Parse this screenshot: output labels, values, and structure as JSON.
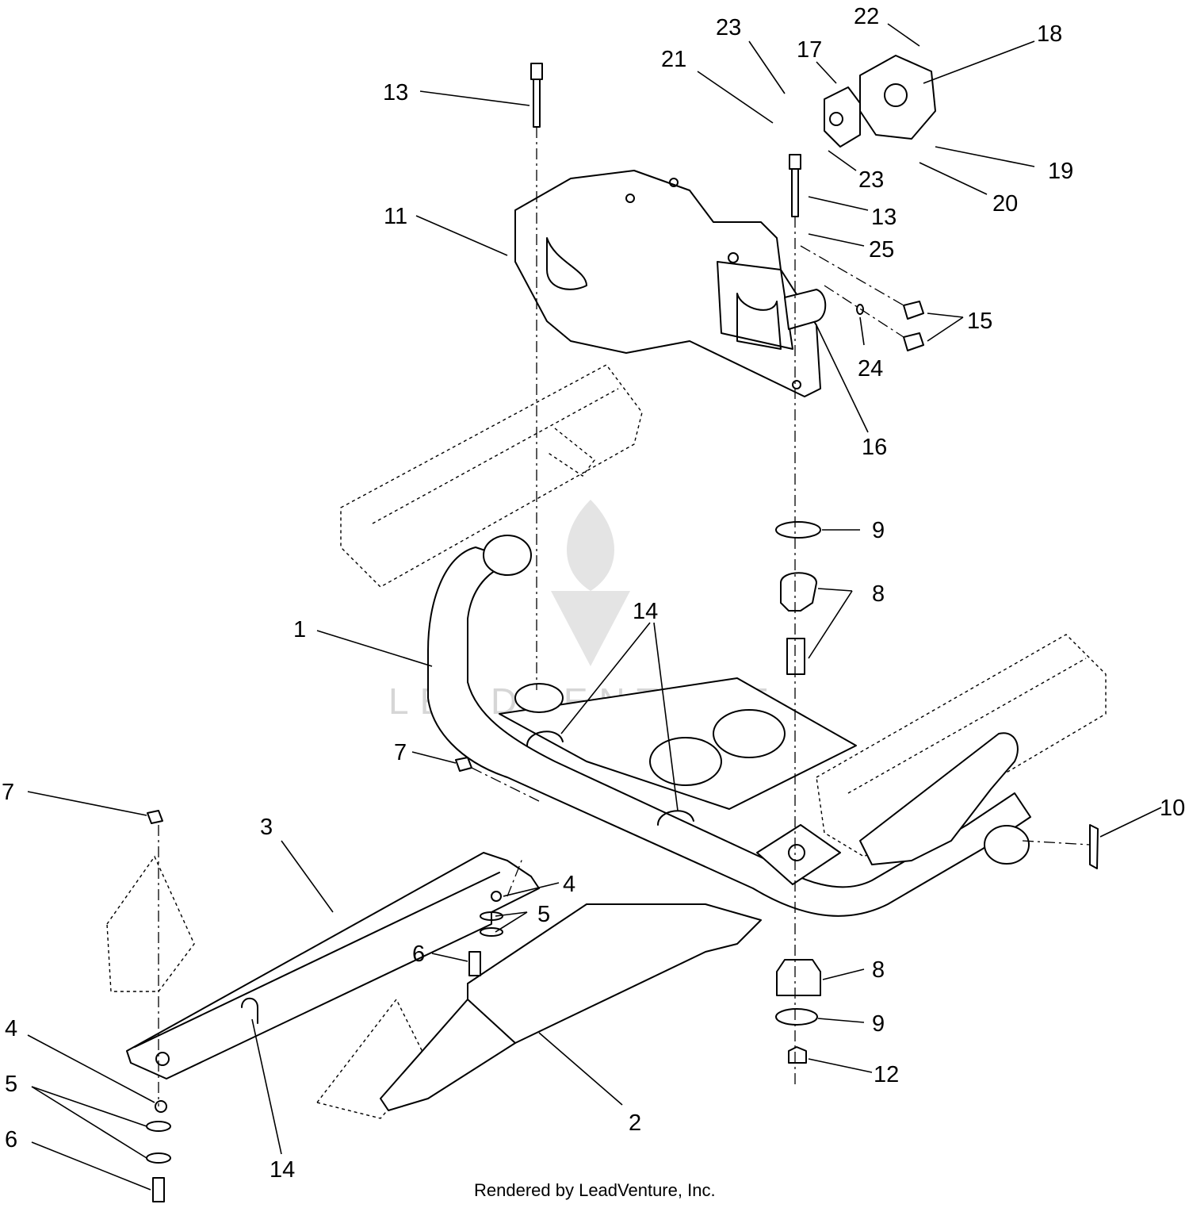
{
  "callouts": [
    {
      "label": "13"
    },
    {
      "label": "11"
    },
    {
      "label": "21"
    },
    {
      "label": "23"
    },
    {
      "label": "17"
    },
    {
      "label": "22"
    },
    {
      "label": "18"
    },
    {
      "label": "23"
    },
    {
      "label": "19"
    },
    {
      "label": "20"
    },
    {
      "label": "13"
    },
    {
      "label": "25"
    },
    {
      "label": "15"
    },
    {
      "label": "24"
    },
    {
      "label": "16"
    },
    {
      "label": "9"
    },
    {
      "label": "8"
    },
    {
      "label": "14"
    },
    {
      "label": "1"
    },
    {
      "label": "7"
    },
    {
      "label": "7"
    },
    {
      "label": "3"
    },
    {
      "label": "10"
    },
    {
      "label": "4"
    },
    {
      "label": "5"
    },
    {
      "label": "6"
    },
    {
      "label": "8"
    },
    {
      "label": "9"
    },
    {
      "label": "12"
    },
    {
      "label": "4"
    },
    {
      "label": "5"
    },
    {
      "label": "6"
    },
    {
      "label": "14"
    },
    {
      "label": "2"
    }
  ],
  "watermark": "LEADVENTURE",
  "footer": "Rendered by LeadVenture, Inc."
}
